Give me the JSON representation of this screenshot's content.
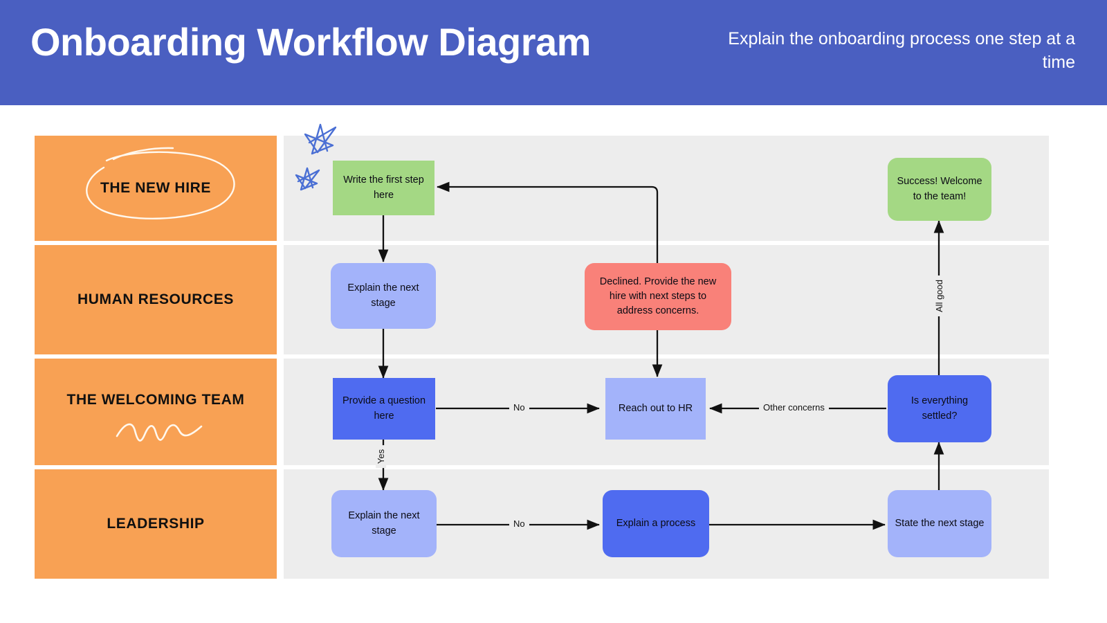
{
  "header": {
    "title": "Onboarding Workflow Diagram",
    "subtitle": "Explain the onboarding process one step at a time",
    "bg_color": "#4A5FC1",
    "text_color": "#FFFFFF"
  },
  "palette": {
    "lane_label_bg": "#F8A154",
    "lane_track_bg": "#EDEDED",
    "green": "#A4D884",
    "light_blue": "#A3B3FA",
    "blue": "#4F6BF0",
    "red": "#F98179",
    "edge": "#111111",
    "doodle_blue": "#4A6FD4",
    "doodle_white": "#FFFFFF"
  },
  "lanes": [
    {
      "id": "new-hire",
      "label": "THE NEW HIRE",
      "doodle": "ellipse-scribble"
    },
    {
      "id": "human-resources",
      "label": "HUMAN RESOURCES",
      "doodle": "none"
    },
    {
      "id": "welcoming-team",
      "label": "THE WELCOMING TEAM",
      "doodle": "squiggle-scribble"
    },
    {
      "id": "leadership",
      "label": "LEADERSHIP",
      "doodle": "none"
    }
  ],
  "nodes": [
    {
      "id": "write-first-step",
      "label": "Write the first step here",
      "lane": "new-hire",
      "shape": "square",
      "color": "green"
    },
    {
      "id": "success",
      "label": "Success! Welcome to the team!",
      "lane": "new-hire",
      "shape": "rounded",
      "color": "green"
    },
    {
      "id": "explain-next-hr",
      "label": "Explain the next stage",
      "lane": "human-resources",
      "shape": "rounded",
      "color": "light_blue"
    },
    {
      "id": "declined",
      "label": "Declined. Provide the new hire with next steps to address concerns.",
      "lane": "human-resources",
      "shape": "rounded",
      "color": "red"
    },
    {
      "id": "provide-question",
      "label": "Provide a question here",
      "lane": "welcoming-team",
      "shape": "square",
      "color": "blue"
    },
    {
      "id": "reach-out-hr",
      "label": "Reach out to HR",
      "lane": "welcoming-team",
      "shape": "square",
      "color": "light_blue"
    },
    {
      "id": "is-settled",
      "label": "Is everything settled?",
      "lane": "welcoming-team",
      "shape": "rounded",
      "color": "blue"
    },
    {
      "id": "explain-next-ld",
      "label": "Explain the next stage",
      "lane": "leadership",
      "shape": "rounded",
      "color": "light_blue"
    },
    {
      "id": "explain-process",
      "label": "Explain a process",
      "lane": "leadership",
      "shape": "rounded",
      "color": "blue"
    },
    {
      "id": "state-next",
      "label": "State the next stage",
      "lane": "leadership",
      "shape": "rounded",
      "color": "light_blue"
    }
  ],
  "edges": [
    {
      "id": "e-write-to-hr",
      "from": "write-first-step",
      "to": "explain-next-hr",
      "label": ""
    },
    {
      "id": "e-hr-to-question",
      "from": "explain-next-hr",
      "to": "provide-question",
      "label": ""
    },
    {
      "id": "e-question-to-reach",
      "from": "provide-question",
      "to": "reach-out-hr",
      "label": "No"
    },
    {
      "id": "e-question-to-ld",
      "from": "provide-question",
      "to": "explain-next-ld",
      "label": "Yes"
    },
    {
      "id": "e-ld-to-process",
      "from": "explain-next-ld",
      "to": "explain-process",
      "label": "No"
    },
    {
      "id": "e-process-to-state",
      "from": "explain-process",
      "to": "state-next",
      "label": ""
    },
    {
      "id": "e-state-to-settled",
      "from": "state-next",
      "to": "is-settled",
      "label": ""
    },
    {
      "id": "e-settled-to-reach",
      "from": "is-settled",
      "to": "reach-out-hr",
      "label": "Other concerns"
    },
    {
      "id": "e-settled-to-success",
      "from": "is-settled",
      "to": "success",
      "label": "All good"
    },
    {
      "id": "e-declined-to-reach",
      "from": "declined",
      "to": "reach-out-hr",
      "label": ""
    },
    {
      "id": "e-declined-loopback",
      "from": "declined",
      "to": "write-first-step",
      "label": ""
    }
  ],
  "edge_labels": {
    "no_1": "No",
    "yes": "Yes",
    "no_2": "No",
    "other_concerns": "Other concerns",
    "all_good": "All good"
  }
}
